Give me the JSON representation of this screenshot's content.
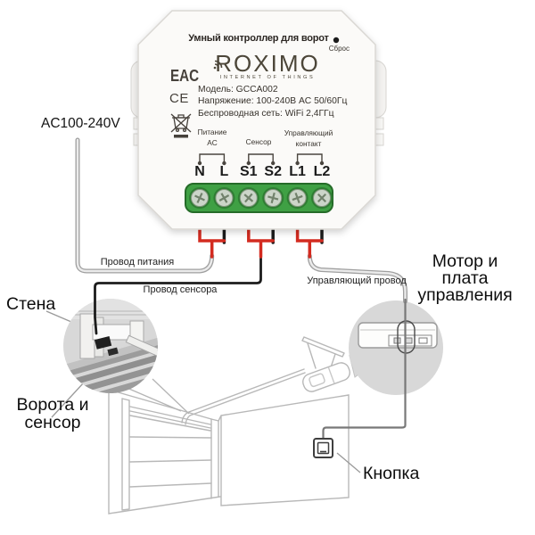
{
  "device": {
    "title": "Умный контроллер для ворот",
    "reset_label": "Сброс",
    "brand": "ROXIMO",
    "brand_tagline": "INTERNET OF THINGS",
    "certifications": {
      "eac": "EAC",
      "ce": "CE"
    },
    "specs": [
      "Модель: GCCA002",
      "Напряжение: 100-240В AC 50/60Гц",
      "Беспроводная сеть: WiFi 2,4ГГц"
    ],
    "terminal_groups": {
      "power_line1": "Питание",
      "power_line2": "AC",
      "sensor": "Сенсор",
      "control_line1": "Управляющий",
      "control_line2": "контакт"
    },
    "terminals": [
      "N",
      "L",
      "S1",
      "S2",
      "L1",
      "L2"
    ]
  },
  "diagram": {
    "ac_input": "AC100-240V",
    "wire_power": "Провод питания",
    "wire_sensor": "Провод сенсора",
    "wire_control": "Управляющий провод",
    "wall": "Стена",
    "gate_line1": "Ворота и",
    "gate_line2": "сенсор",
    "motor_line1": "Мотор и",
    "motor_line2": "плата",
    "motor_line3": "управления",
    "button": "Кнопка"
  },
  "colors": {
    "terminal_green": "#3fa044",
    "terminal_green_dark": "#256b28",
    "wire_red": "#d32b20",
    "wire_black": "#1a1a1a",
    "cable_gray": "#9f9f9f",
    "brand_brown": "#4c4639",
    "callout_gray": "#d8d8d8"
  }
}
